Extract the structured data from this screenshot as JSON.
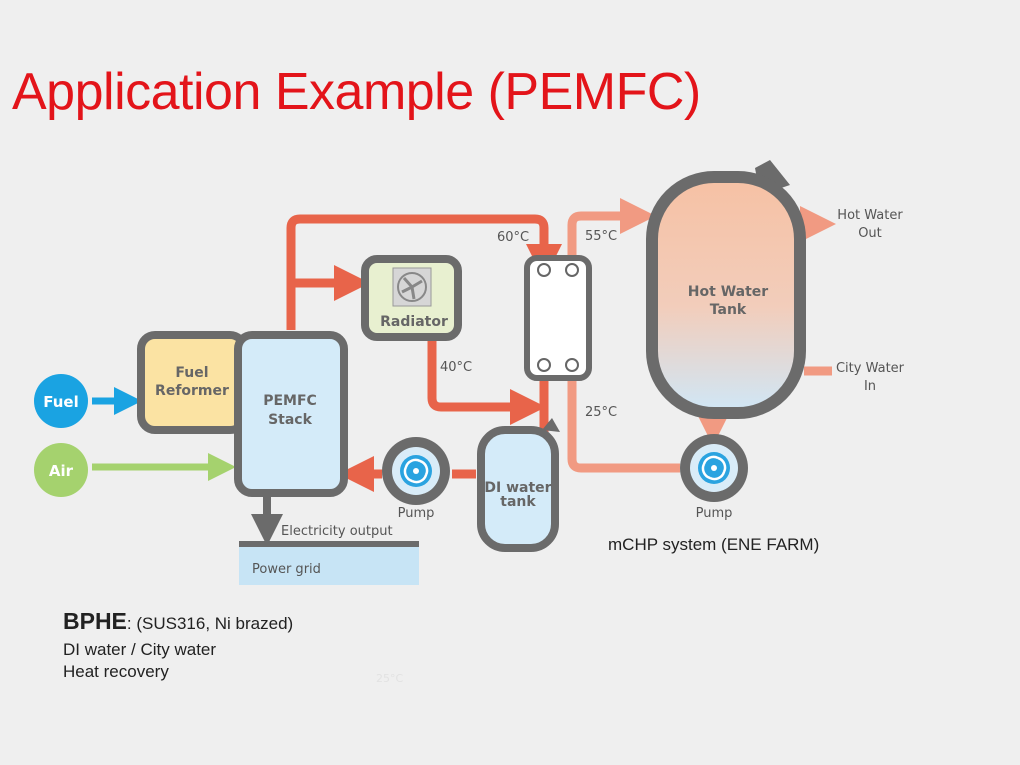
{
  "title": "Application Example (PEMFC)",
  "inputs": {
    "fuel": "Fuel",
    "air": "Air"
  },
  "blocks": {
    "fuel_reformer": [
      "Fuel",
      "Reformer"
    ],
    "pemfc_stack": [
      "PEMFC",
      "Stack"
    ],
    "radiator": "Radiator",
    "di_water_tank": [
      "DI water",
      "tank"
    ],
    "hot_water_tank": [
      "Hot Water",
      "Tank"
    ]
  },
  "pump_left": "Pump",
  "pump_right": "Pump",
  "temperatures": {
    "t60": "60°C",
    "t55": "55°C",
    "t40": "40°C",
    "t25": "25°C",
    "ghost": "25°C"
  },
  "outputs": {
    "hot_water_out": [
      "Hot Water",
      "Out"
    ],
    "city_water_in": [
      "City Water",
      "In"
    ]
  },
  "electricity_output": "Electricity output",
  "power_grid": "Power grid",
  "system_caption": "mCHP system (ENE FARM)",
  "notes": {
    "bphe_label": "BPHE",
    "bphe_detail": ": (SUS316, Ni brazed)",
    "line2": "DI water / City water",
    "line3": "Heat recovery"
  },
  "colors": {
    "title": "#e3141a",
    "hot_pipe": "#e8644a",
    "warm_pipe": "#f19a82",
    "fuel": "#1aa3e2",
    "air": "#a5d26e",
    "frame": "#6b6b6b"
  }
}
